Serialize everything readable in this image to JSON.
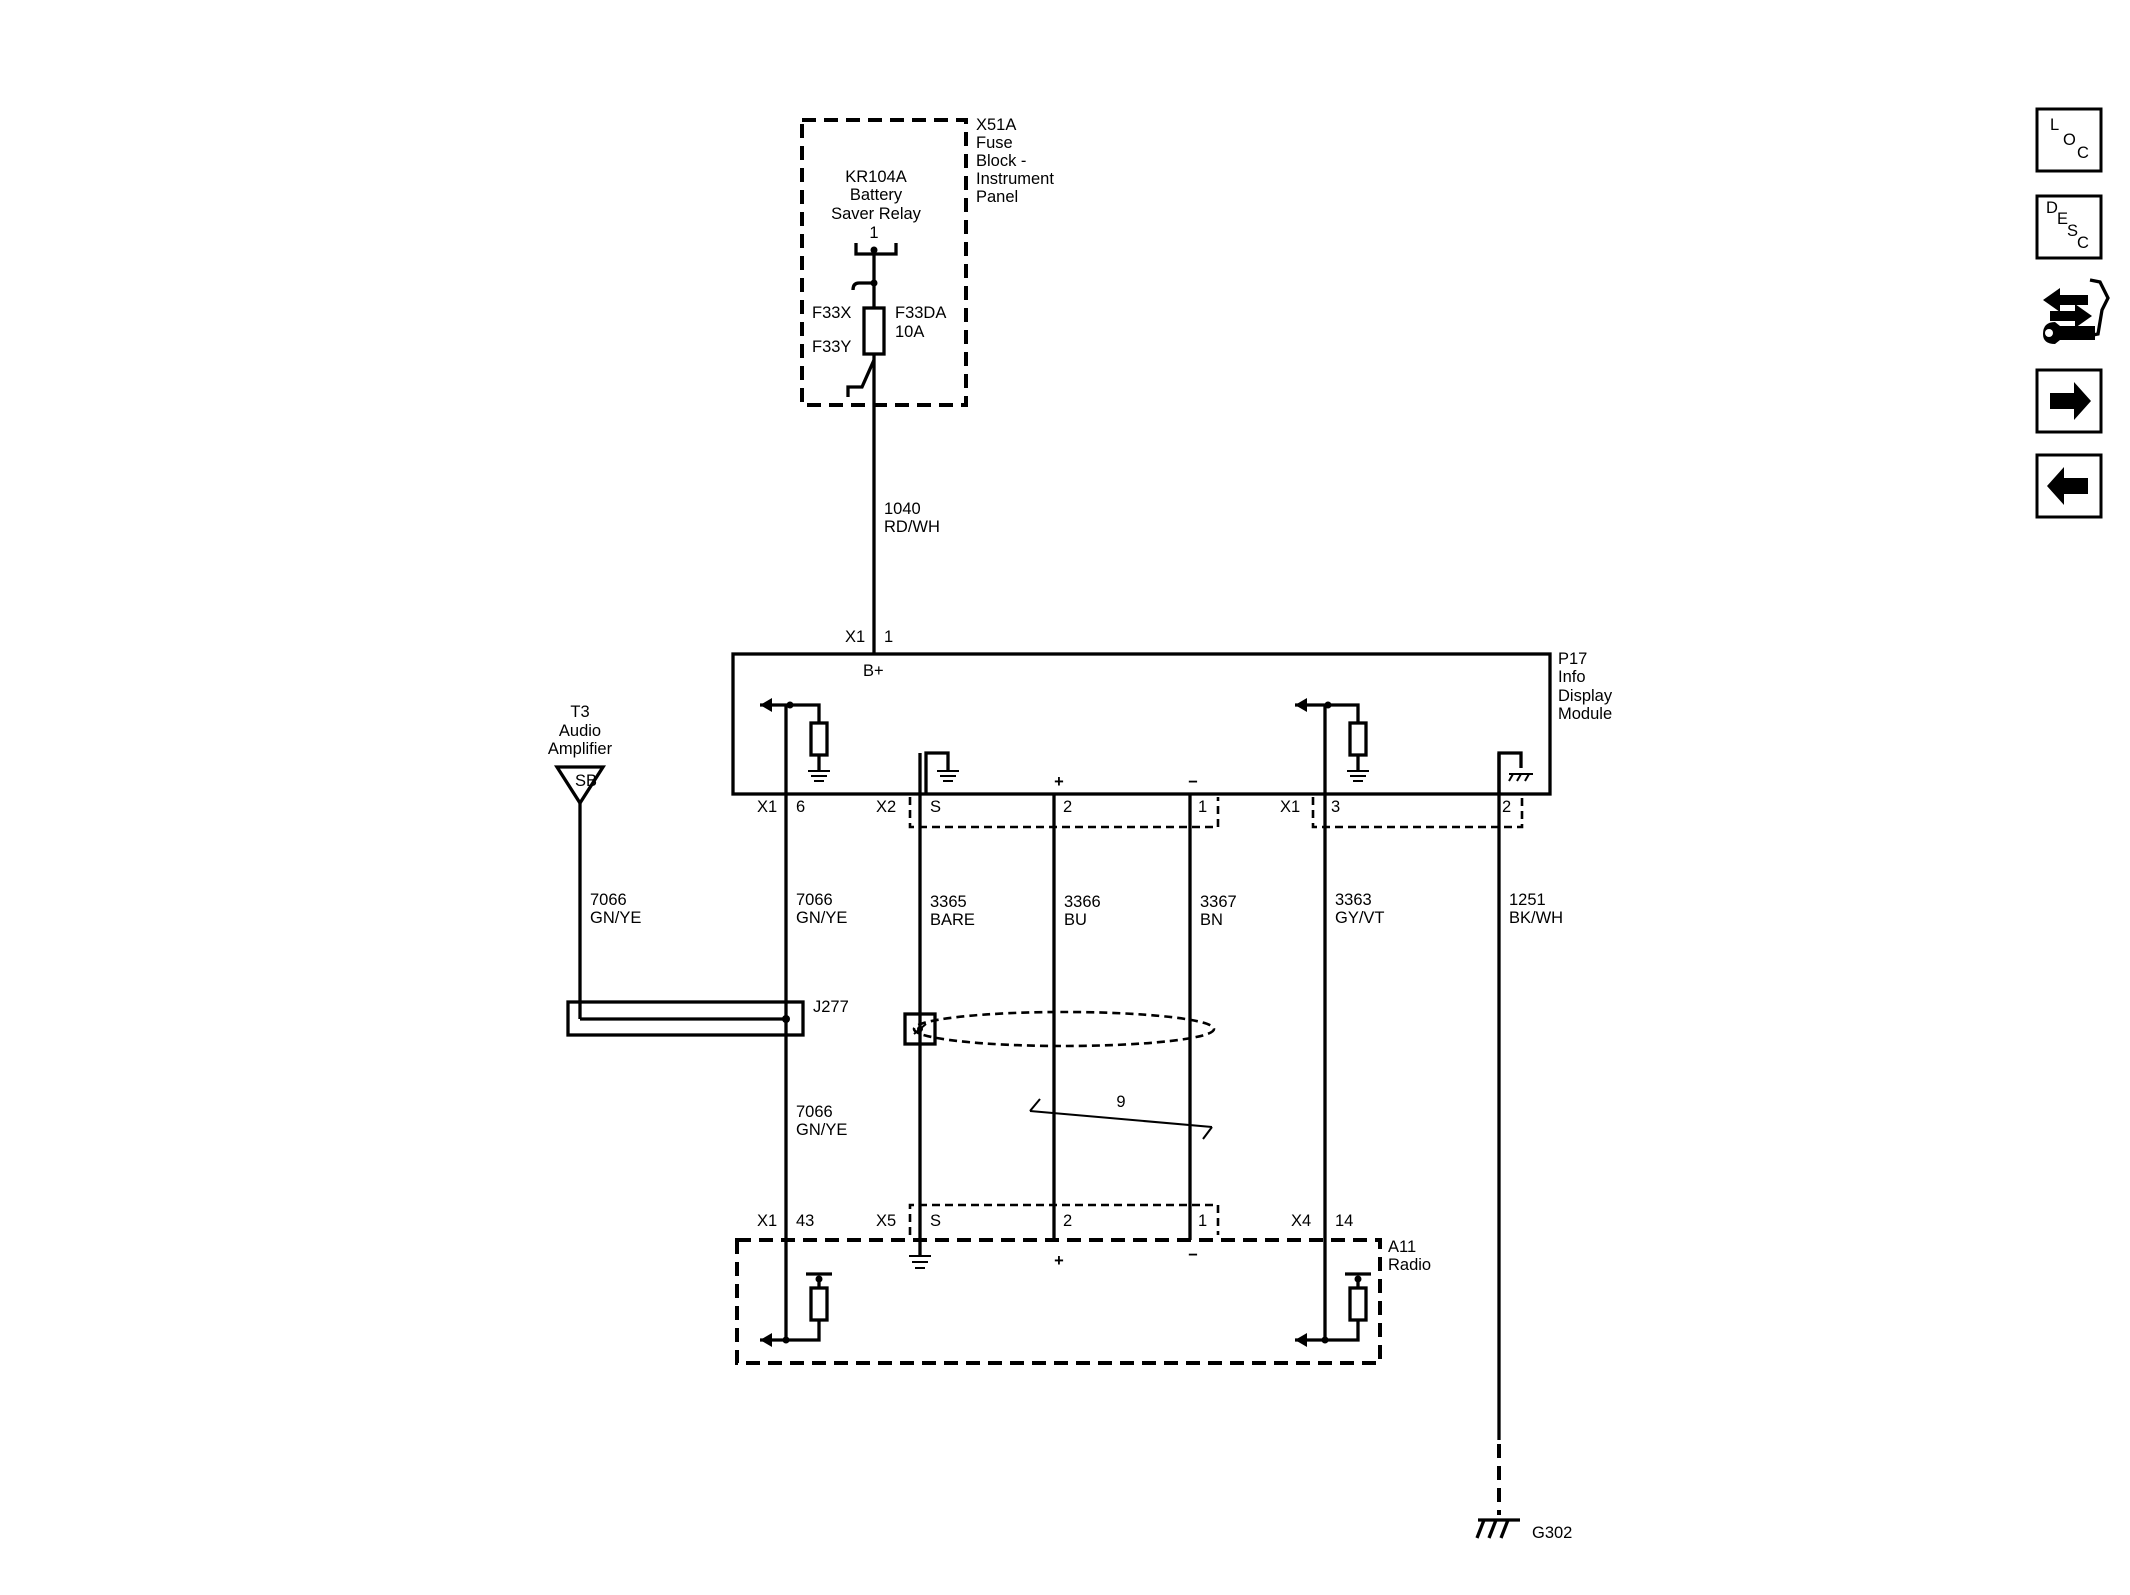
{
  "components": {
    "fuse_block": {
      "id": "X51A",
      "name_lines": [
        "Fuse",
        "Block -",
        "Instrument",
        "Panel"
      ]
    },
    "relay": {
      "id": "KR104A",
      "name_lines": [
        "Battery",
        "Saver Relay"
      ],
      "pin": "1"
    },
    "fuse": {
      "id": "F33DA",
      "rating": "10A",
      "term_x": "F33X",
      "term_y": "F33Y"
    },
    "info_module": {
      "id": "P17",
      "name_lines": [
        "Info",
        "Display",
        "Module"
      ],
      "bplus": "B+"
    },
    "amplifier": {
      "id": "T3",
      "name_lines": [
        "Audio",
        "Amplifier"
      ],
      "tag": "SB"
    },
    "splice": {
      "id": "J277"
    },
    "radio": {
      "id": "A11",
      "name_lines": [
        "Radio"
      ]
    },
    "ground": {
      "id": "G302"
    },
    "twist": {
      "label": "9"
    }
  },
  "wires": {
    "w1040": {
      "circuit": "1040",
      "color": "RD/WH"
    },
    "w7066_amp": {
      "circuit": "7066",
      "color": "GN/YE"
    },
    "w7066_a": {
      "circuit": "7066",
      "color": "GN/YE"
    },
    "w7066_b": {
      "circuit": "7066",
      "color": "GN/YE"
    },
    "w3365": {
      "circuit": "3365",
      "color": "BARE"
    },
    "w3366": {
      "circuit": "3366",
      "color": "BU"
    },
    "w3367": {
      "circuit": "3367",
      "color": "BN"
    },
    "w3363": {
      "circuit": "3363",
      "color": "GY/VT"
    },
    "w1251": {
      "circuit": "1251",
      "color": "BK/WH"
    }
  },
  "connectors": {
    "p17_top": {
      "conn": "X1",
      "pin": "1"
    },
    "p17_x1_6": {
      "conn": "X1",
      "pin": "6"
    },
    "p17_x2": {
      "conn": "X2",
      "pin_s": "S",
      "pin_2": "2",
      "pin_1": "1"
    },
    "p17_x1_3": {
      "conn": "X1",
      "pin": "3"
    },
    "p17_gnd": {
      "pin": "2"
    },
    "a11_x1": {
      "conn": "X1",
      "pin": "43"
    },
    "a11_x5": {
      "conn": "X5",
      "pin_s": "S",
      "pin_2": "2",
      "pin_1": "1"
    },
    "a11_x4": {
      "conn": "X4",
      "pin": "14"
    }
  },
  "polarity": {
    "plus": "+",
    "minus": "−"
  },
  "nav": {
    "loc": [
      "L",
      "O",
      "C"
    ],
    "desc": [
      "D",
      "E",
      "S",
      "C"
    ],
    "icons": [
      "connector-end-view-icon",
      "next-page-arrow-icon",
      "previous-page-arrow-icon"
    ]
  }
}
